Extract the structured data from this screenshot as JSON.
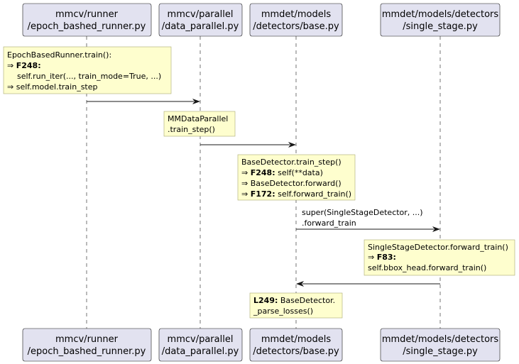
{
  "participants": [
    {
      "line1": "mmcv/runner",
      "line2": "/epoch_bashed_runner.py"
    },
    {
      "line1": "mmcv/parallel",
      "line2": "/data_parallel.py"
    },
    {
      "line1": "mmdet/models",
      "line2": "/detectors/base.py"
    },
    {
      "line1": "mmdet/models/detectors",
      "line2": "/single_stage.py"
    }
  ],
  "notes": {
    "runner_train": {
      "line1": "EpochBasedRunner.train():",
      "line2_arrow": "⇒",
      "line2_bold": "F248:",
      "line3": "self.run_iter(..., train_mode=True, ...)",
      "line4_arrow": "⇒",
      "line4": "self.model.train_step"
    },
    "data_parallel": {
      "line1": "MMDataParallel",
      "line2": ".train_step()"
    },
    "base_train_step": {
      "line1": "BaseDetector.train_step()",
      "line2_arrow": "⇒",
      "line2_bold": "F248:",
      "line2_rest": "self(**data)",
      "line3_arrow": "⇒",
      "line3": "BaseDetector.forward()",
      "line4_arrow": "⇒",
      "line4_bold": "F172:",
      "line4_rest": "self.forward_train()"
    },
    "single_stage": {
      "line1": "SingleStageDetector.forward_train()",
      "line2_arrow": "⇒",
      "line2_bold": "F83:",
      "line3": "self.bbox_head.forward_train()"
    },
    "parse_losses": {
      "line1_bold": "L249:",
      "line1_rest": "BaseDetector.",
      "line2": "_parse_losses()"
    }
  },
  "messages": {
    "super_call": {
      "line1": "super(SingleStageDetector, ...)",
      "line2": ".forward_train"
    }
  },
  "colors": {
    "participant_fill": "#e2e2f0",
    "note_fill": "#fefece",
    "note_border": "#a9a970",
    "line": "#181818"
  }
}
